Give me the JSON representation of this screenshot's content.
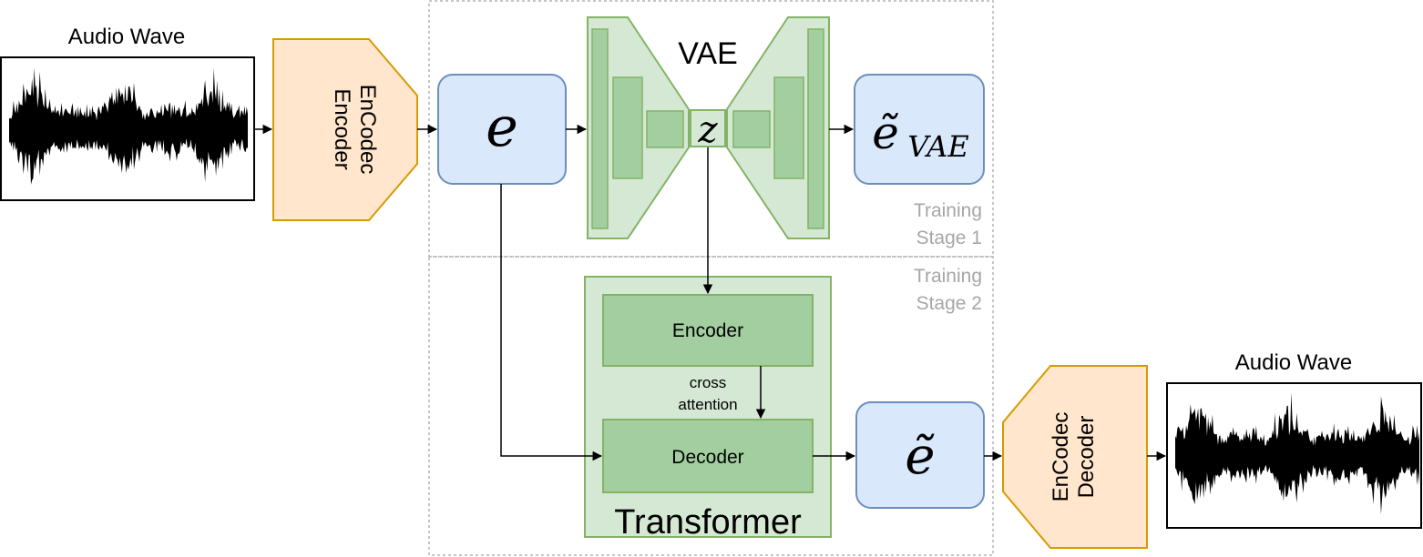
{
  "input": {
    "title": "Audio Wave"
  },
  "encodec_encoder": {
    "line1": "EnCodec",
    "line2": "Encoder"
  },
  "embedding": {
    "symbol": "e"
  },
  "vae": {
    "title": "VAE",
    "latent_symbol": "z",
    "output_symbol": "ẽ",
    "output_subscript": "VAE"
  },
  "stage1": {
    "line1": "Training",
    "line2": "Stage 1"
  },
  "stage2": {
    "line1": "Training",
    "line2": "Stage 2"
  },
  "transformer": {
    "title": "Transformer",
    "encoder_label": "Encoder",
    "decoder_label": "Decoder",
    "cross_line1": "cross",
    "cross_line2": "attention"
  },
  "reconstructed": {
    "symbol": "ẽ"
  },
  "encodec_decoder": {
    "line1": "EnCodec",
    "line2": "Decoder"
  },
  "output": {
    "title": "Audio Wave"
  },
  "colors": {
    "orange_fill": "#ffe6cc",
    "orange_stroke": "#d79b00",
    "blue_fill": "#dae8fc",
    "blue_stroke": "#6c8ebf",
    "green_fill": "#d5e8d4",
    "green_dark": "#a3cfa0",
    "green_stroke": "#82b366",
    "gray_text": "#a6a6a6",
    "dashed": "#b3b3b3"
  }
}
